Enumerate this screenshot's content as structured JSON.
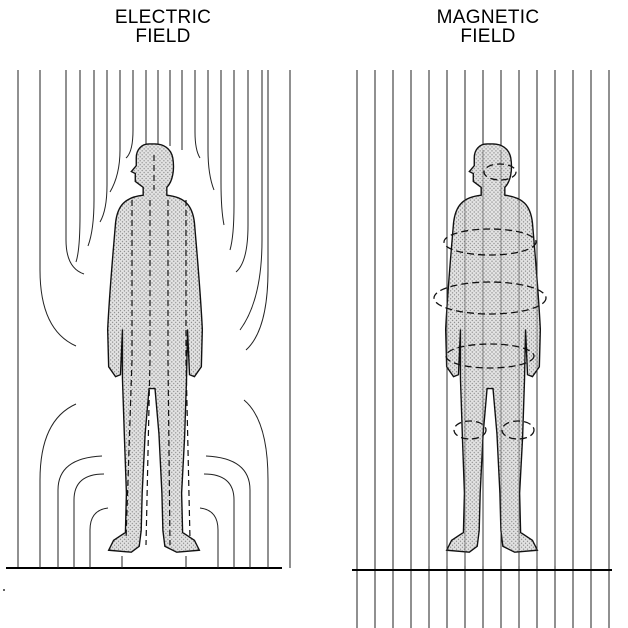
{
  "panels": {
    "electric": {
      "title_line1": "ELECTRIC",
      "title_line2": "FIELD"
    },
    "magnetic": {
      "title_line1": "MAGNETIC",
      "title_line2": "FIELD"
    }
  },
  "colors": {
    "ink": "#111111",
    "body_fill": "#d9d9d9",
    "background": "#ffffff"
  }
}
